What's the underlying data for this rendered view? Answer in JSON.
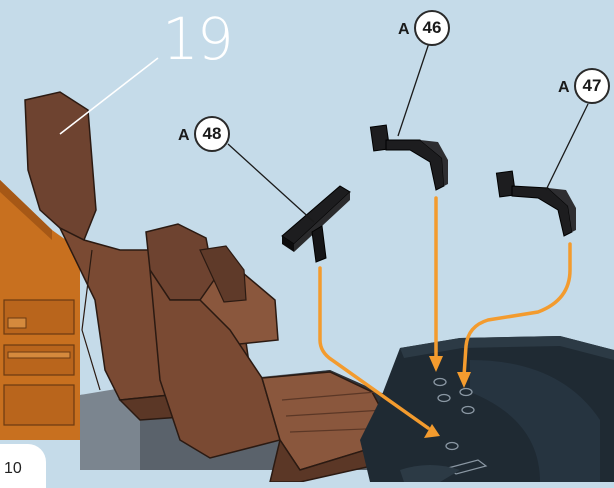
{
  "step": {
    "number": "19"
  },
  "callouts": [
    {
      "letter": "A",
      "number": "48"
    },
    {
      "letter": "A",
      "number": "46"
    },
    {
      "letter": "A",
      "number": "47"
    }
  ],
  "page": {
    "number": "10"
  },
  "colors": {
    "background": "#c5dbe9",
    "arrow": "#f39b2e",
    "seat_leather": "#7a4a33",
    "panel_wood": "#c96f24",
    "console": "#1f2a33"
  }
}
